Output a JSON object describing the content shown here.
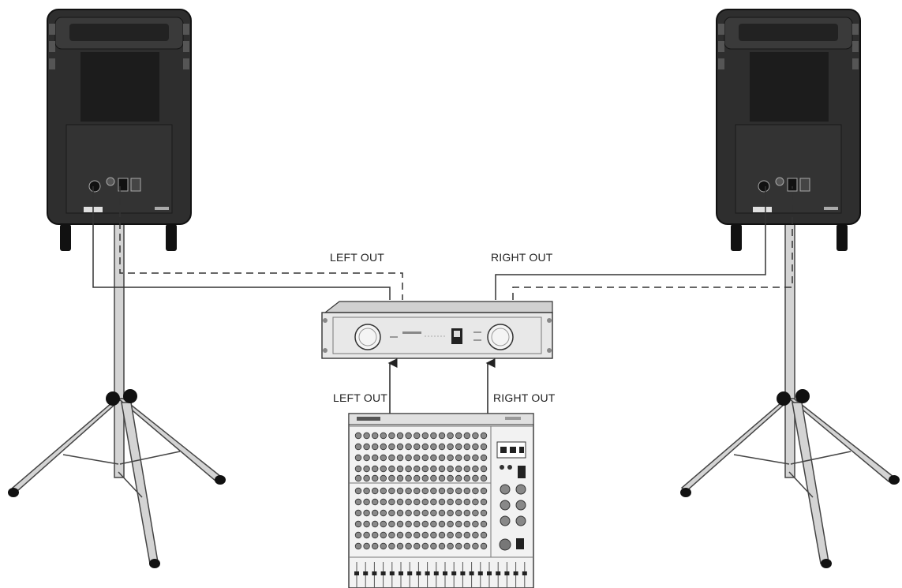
{
  "labels": {
    "amp_left_out": "LEFT OUT",
    "amp_right_out": "RIGHT OUT",
    "mixer_left_out": "LEFT OUT",
    "mixer_right_out": "RIGHT OUT"
  },
  "colors": {
    "speaker_body": "#2b2b2b",
    "speaker_dark": "#1a1a1a",
    "stand": "#cfcfcf",
    "stand_outline": "#444444",
    "amp_body": "#e6e6e6",
    "mixer_body": "#f2f2f2",
    "cable": "#333333"
  }
}
